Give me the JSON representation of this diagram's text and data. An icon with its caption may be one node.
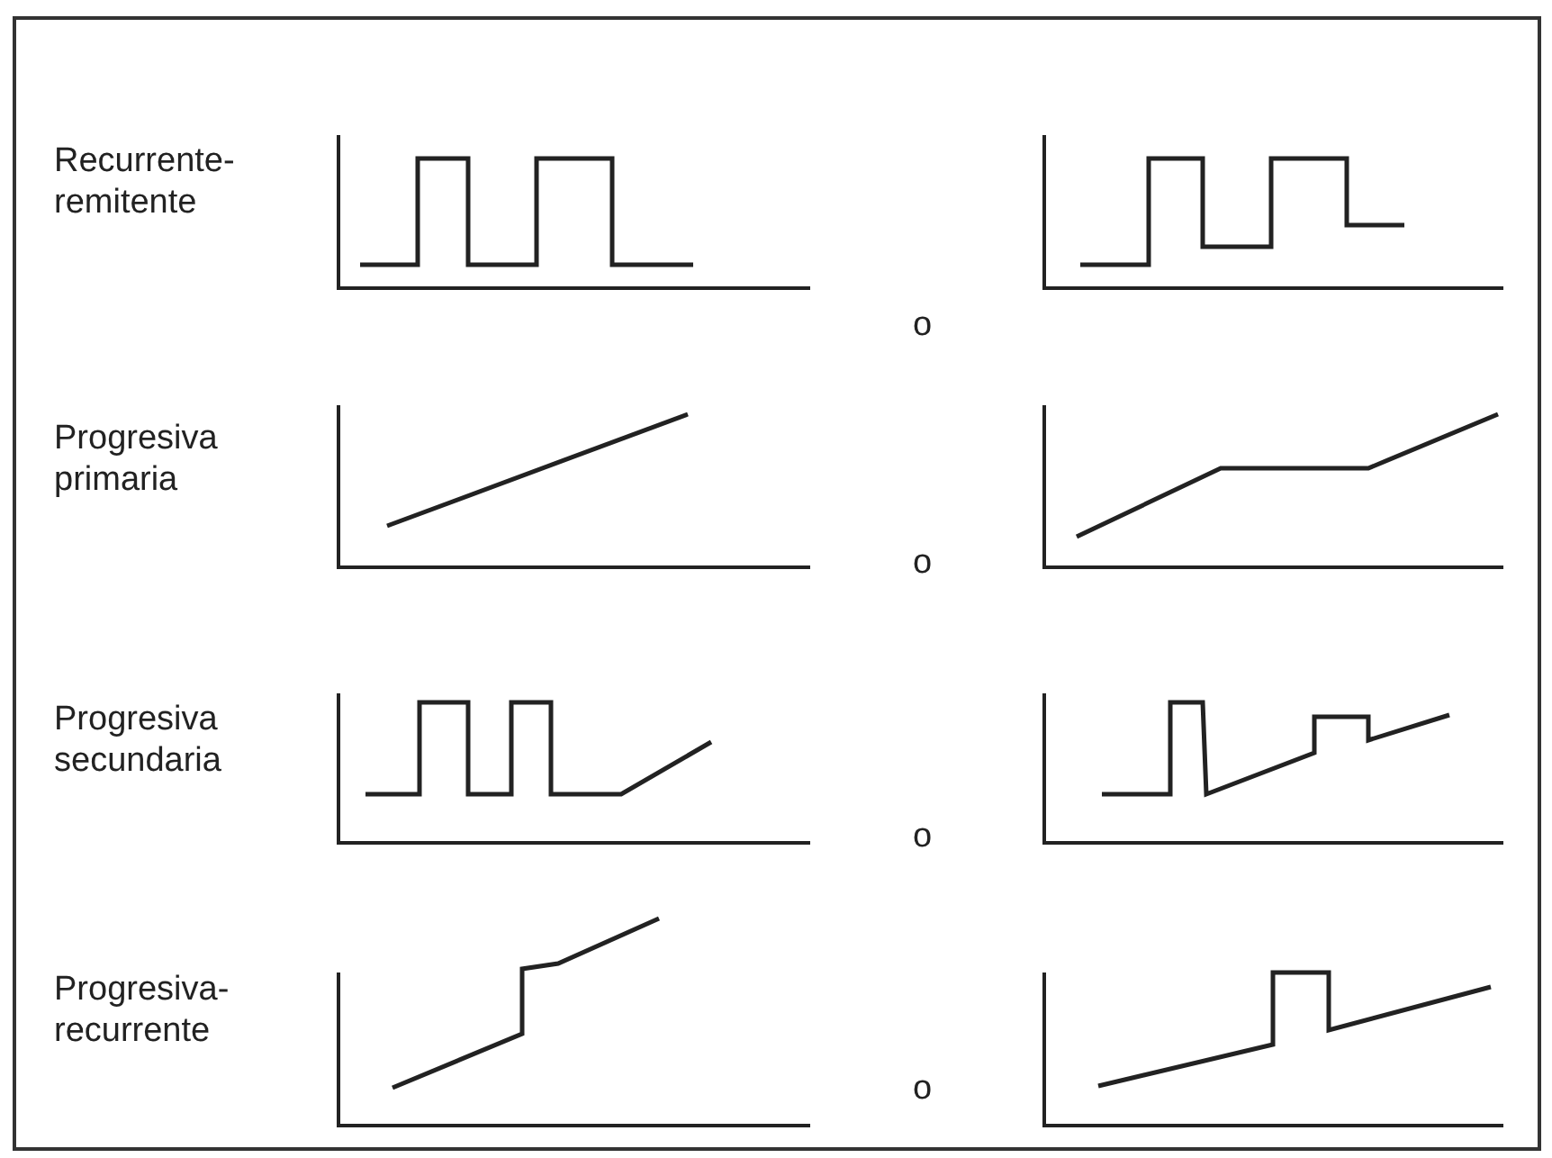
{
  "diagram": {
    "labels": [
      "Recurrente-remitente",
      "o",
      "Progresiva primaria",
      "o",
      "Progresiva secundaria",
      "o",
      "Progresiva-recurrente",
      "o"
    ]
  }
}
